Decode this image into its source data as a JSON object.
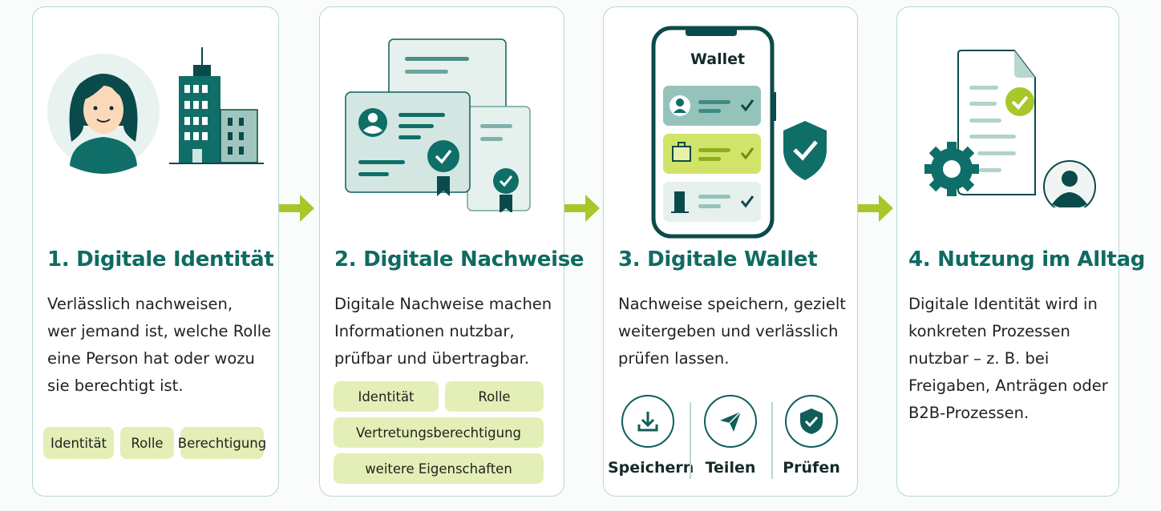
{
  "colors": {
    "primary": "#0f6b62",
    "dark": "#0b4747",
    "accent": "#a7c72a",
    "chip": "#e3efb6",
    "border": "#b9d6d2"
  },
  "steps": [
    {
      "title": "1. Digitale Identität",
      "body": "Verlässlich nachweisen,\nwer jemand ist, welche Rolle\neine Person hat oder wozu\nsie berechtigt ist.",
      "chips": [
        "Identität",
        "Rolle",
        "Berechtigung"
      ]
    },
    {
      "title": "2. Digitale Nachweise",
      "body": "Digitale Nachweise machen\nInformationen nutzbar,\nprüfbar und übertragbar.",
      "chips": [
        "Identität",
        "Rolle",
        "Vertretungsberechtigung",
        "weitere Eigenschaften"
      ]
    },
    {
      "title": "3. Digitale Wallet",
      "body": "Nachweise speichern, gezielt\nweitergeben und verlässlich\nprüfen lassen.",
      "wallet_label": "Wallet",
      "actions": [
        {
          "label": "Speichern",
          "icon": "download-icon"
        },
        {
          "label": "Teilen",
          "icon": "send-icon"
        },
        {
          "label": "Prüfen",
          "icon": "shield-check-icon"
        }
      ]
    },
    {
      "title": "4. Nutzung im Alltag",
      "body": "Digitale Identität wird in\nkonkreten Prozessen\nnutzbar – z. B. bei\nFreigaben, Anträgen oder\nB2B-Prozessen."
    }
  ]
}
